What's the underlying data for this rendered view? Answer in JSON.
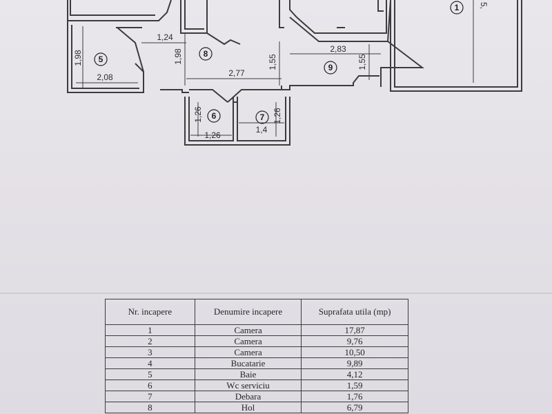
{
  "plan": {
    "rooms": [
      {
        "num": "1"
      },
      {
        "num": "5"
      },
      {
        "num": "6"
      },
      {
        "num": "7"
      },
      {
        "num": "8"
      },
      {
        "num": "9"
      }
    ],
    "dimensions": {
      "d_124": "1,24",
      "d_198_left": "1,98",
      "d_198_mid": "1,98",
      "d_208": "2,08",
      "d_277": "2,77",
      "d_155_a": "1,55",
      "d_155_b": "1,55",
      "d_283": "2,83",
      "d_126_v": "1,26",
      "d_126_h": "1,26",
      "d_126_v2": "1,26",
      "d_14": "1,4",
      "d_5x": "5,"
    }
  },
  "table": {
    "headers": [
      "Nr. incapere",
      "Denumire incapere",
      "Suprafata utila (mp)"
    ],
    "rows": [
      [
        "1",
        "Camera",
        "17,87"
      ],
      [
        "2",
        "Camera",
        "9,76"
      ],
      [
        "3",
        "Camera",
        "10,50"
      ],
      [
        "4",
        "Bucatarie",
        "9,89"
      ],
      [
        "5",
        "Baie",
        "4,12"
      ],
      [
        "6",
        "Wc serviciu",
        "1,59"
      ],
      [
        "7",
        "Debara",
        "1,76"
      ],
      [
        "8",
        "Hol",
        "6,79"
      ]
    ]
  }
}
